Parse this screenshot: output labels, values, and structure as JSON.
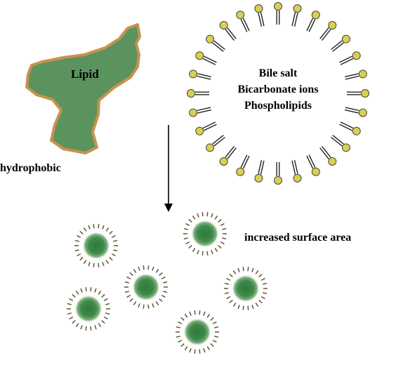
{
  "labels": {
    "lipid": "Lipid",
    "hydrophobic": "hydrophobic",
    "bile_salt": "Bile salt",
    "bicarbonate": "Bicarbonate ions",
    "phospholipids": "Phospholipids",
    "surface_area": "increased surface area"
  },
  "colors": {
    "lipid_fill": "#5b935f",
    "lipid_border": "#c8924e",
    "head_fill": "#d8d050",
    "droplet_core": "#3f8a4a",
    "tick": "#5a5a3a",
    "text": "#000000"
  },
  "micelle": {
    "molecule_count": 28
  },
  "droplets": {
    "count": 6
  }
}
